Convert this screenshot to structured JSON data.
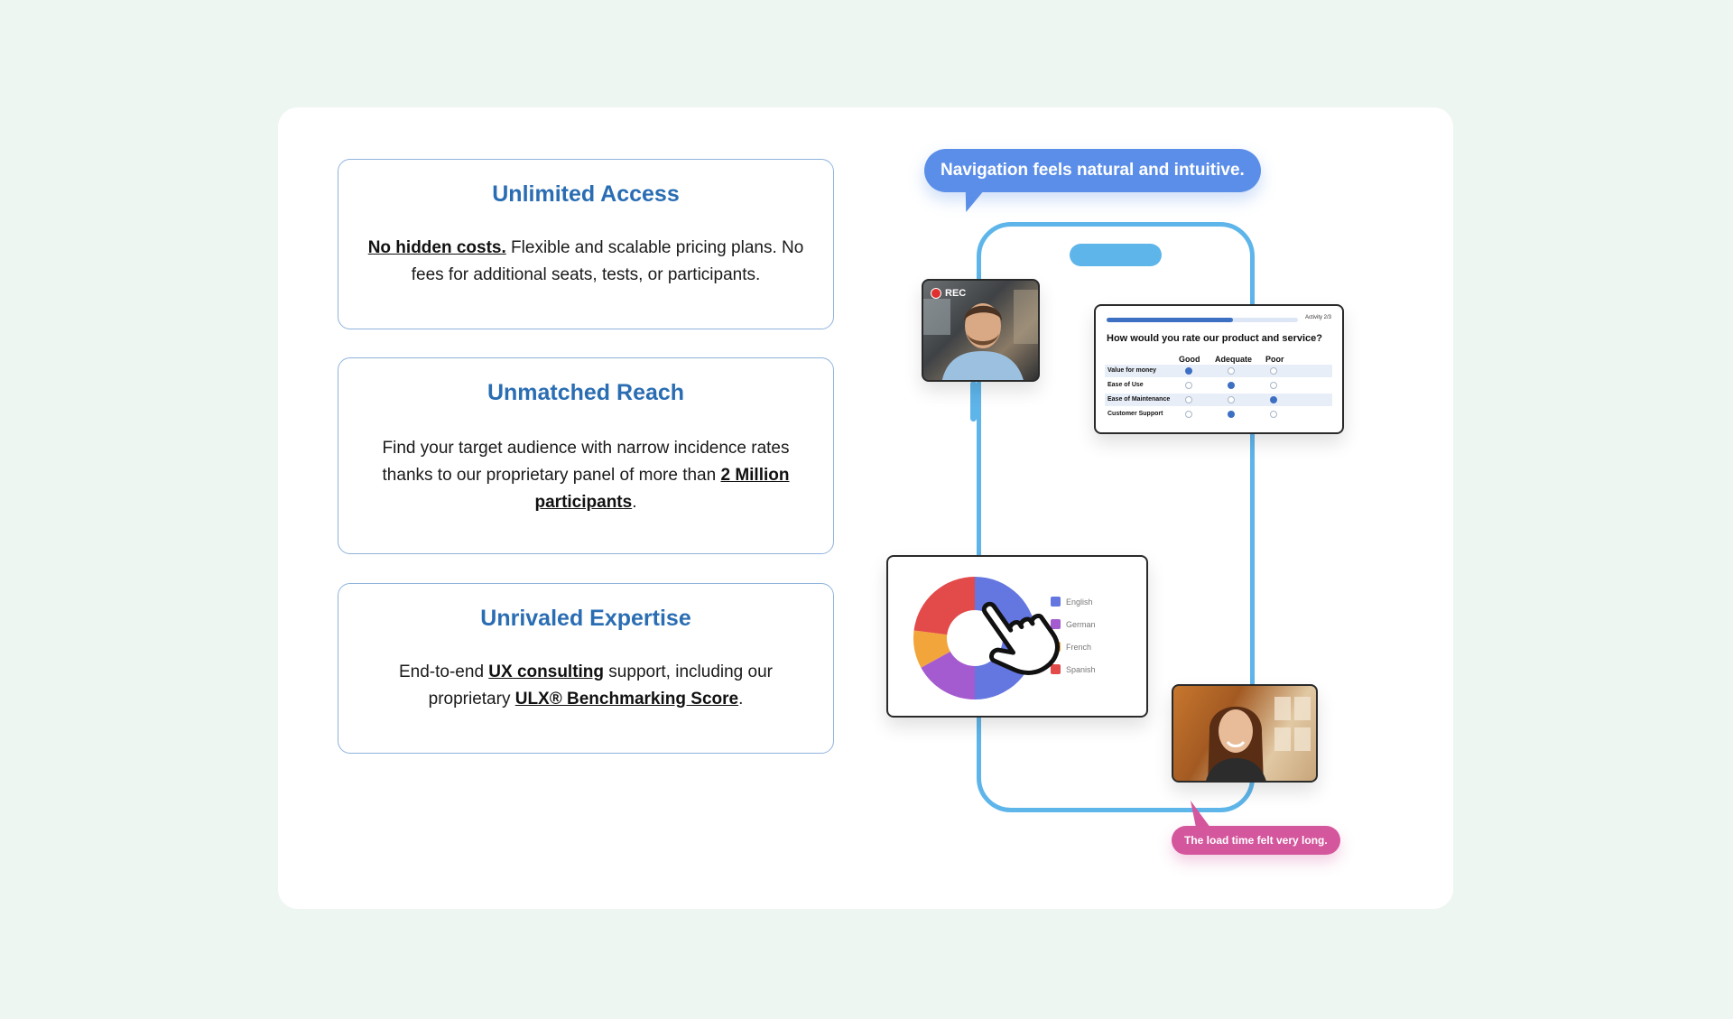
{
  "features": [
    {
      "title": "Unlimited Access",
      "link": "No hidden costs.",
      "text": " Flexible and scalable pricing plans. No fees for additional seats, tests, or participants."
    },
    {
      "title": "Unmatched Reach",
      "text_before": "Find your target audience with narrow incidence rates thanks to our proprietary panel of more than ",
      "link": "2 Million participants",
      "text_after": "."
    },
    {
      "title": "Unrivaled Expertise",
      "text_before": "End-to-end ",
      "link1": "UX consulting",
      "text_middle": " support, including our proprietary  ",
      "link2": "ULX® Benchmarking Score",
      "text_after": "."
    }
  ],
  "illustration": {
    "bubble_top": "Navigation feels natural and intuitive.",
    "bubble_bottom": "The load time felt very long.",
    "rec_label": "REC",
    "survey": {
      "activity": "Activity 2/3",
      "progress": 0.66,
      "question": "How would you rate our product and service?",
      "columns": [
        "Good",
        "Adequate",
        "Poor"
      ],
      "rows": [
        {
          "label": "Value for money",
          "selected": 0
        },
        {
          "label": "Ease of Use",
          "selected": 1
        },
        {
          "label": "Ease of Maintenance",
          "selected": 2
        },
        {
          "label": "Customer Support",
          "selected": 1
        }
      ]
    },
    "donut": {
      "legend": [
        "English",
        "German",
        "French",
        "Spanish"
      ],
      "colors": [
        "#6476e0",
        "#a45bd0",
        "#f2a53a",
        "#e34a4a"
      ],
      "shares": [
        0.5,
        0.17,
        0.1,
        0.23
      ]
    },
    "icons": [
      "hand-pointer-icon",
      "record-icon"
    ]
  }
}
